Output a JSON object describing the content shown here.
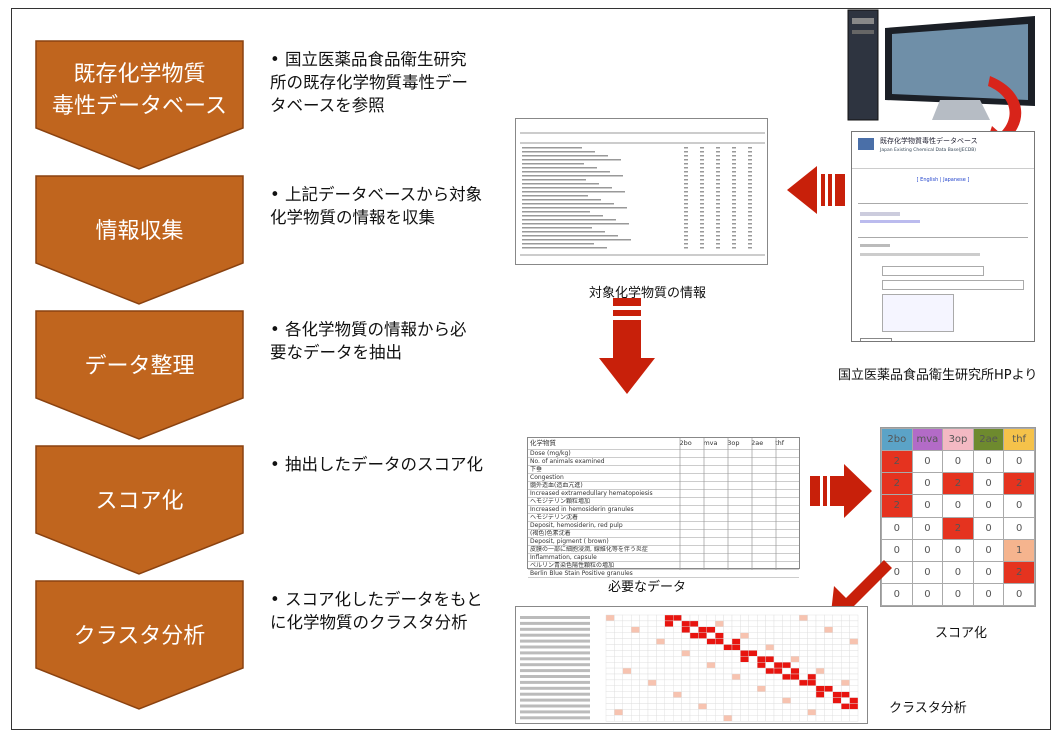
{
  "steps": [
    {
      "label_lines": [
        "既存化学物質",
        "毒性データベース"
      ],
      "bullet": "• 国立医薬品食品衛生研究\n所の既存化学物質毒性デー\nタベースを参照"
    },
    {
      "label_lines": [
        "情報収集"
      ],
      "bullet": "• 上記データベースから対象\n化学物質の情報を収集"
    },
    {
      "label_lines": [
        "データ整理"
      ],
      "bullet": "• 各化学物質の情報から必\n要なデータを抽出"
    },
    {
      "label_lines": [
        "スコア化"
      ],
      "bullet": "• 抽出したデータのスコア化"
    },
    {
      "label_lines": [
        "クラスタ分析"
      ],
      "bullet": "• スコア化したデータをもと\nに化学物質のクラスタ分析"
    }
  ],
  "captions": {
    "info": "対象化学物質の情報",
    "source": "国立医薬品食品衛生研究所HPより",
    "needed": "必要なデータ",
    "score": "スコア化",
    "cluster": "クラスタ分析"
  },
  "db_page": {
    "title": "既存化学物質毒性データベース",
    "subtitle": "Japan Existing Chemical Data Base(JECDB)",
    "lang": "[ English | Japanese ]"
  },
  "data_table": {
    "header": [
      "化学物質",
      "2bo",
      "mva",
      "3op",
      "2ae",
      "thf"
    ],
    "rows": [
      "Dose (mg/kg)",
      "No. of animals examined",
      "下垂",
      "Congestion",
      "髄外造血(造血亢進)",
      "Increased extramedullary hematopoiesis",
      "ヘモジデリン顆粒増加",
      "Increased in hemosiderin granules",
      "ヘモジデリン沈着",
      "Deposit, hemosiderin, red pulp",
      "(褐色)色素沈着",
      "Deposit, pigment ( brown)",
      "皮膜の一部に細胞浸潤, 線維化等を伴う炎症",
      "Inflammation, capsule",
      "ベルリン青染色陽性顆粒の増加",
      "Berlin Blue Stain Positive granules"
    ]
  },
  "score_table": {
    "header": [
      "2bo",
      "mva",
      "3op",
      "2ae",
      "thf"
    ],
    "header_colors": [
      "#5ba3c7",
      "#b36bc7",
      "#f3b9c3",
      "#6e8a2e",
      "#f5c24a"
    ],
    "rows": [
      [
        "2",
        "0",
        "0",
        "0",
        "0"
      ],
      [
        "2",
        "0",
        "2",
        "0",
        "2"
      ],
      [
        "2",
        "0",
        "0",
        "0",
        "0"
      ],
      [
        "0",
        "0",
        "2",
        "0",
        "0"
      ],
      [
        "0",
        "0",
        "0",
        "0",
        "1"
      ],
      [
        "0",
        "0",
        "0",
        "0",
        "2"
      ],
      [
        "0",
        "0",
        "0",
        "0",
        "0"
      ]
    ],
    "cell_colors": {
      "2": "#e5331f",
      "1": "#f5b48e",
      "0": "#ffffff"
    }
  },
  "colors": {
    "step_fill": "#c0651e",
    "step_stroke": "#8a4210",
    "arrow_red": "#d0200a"
  }
}
